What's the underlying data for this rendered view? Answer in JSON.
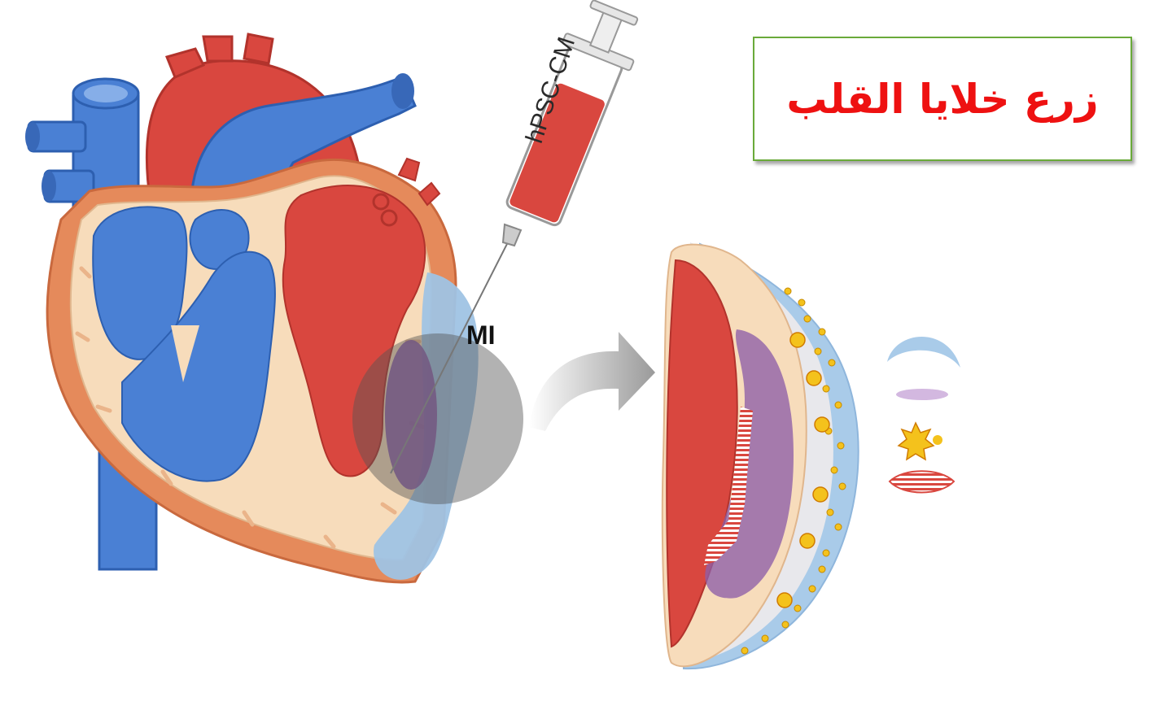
{
  "title": "زرع خلايا القلب",
  "labels": {
    "mi": "MI",
    "syringe": "hPSC-CM"
  },
  "colors": {
    "vein_blue": "#4a80d4",
    "artery_red": "#d9473f",
    "tissue_beige": "#f7dcbb",
    "outer_orange": "#e58a5b",
    "infarct_purple": "#8e5fa8",
    "patch_blue": "#9fc3e4",
    "title_red": "#ee1111",
    "box_green": "#6aaa3a"
  },
  "icons": [
    "heart-illustration",
    "syringe-icon",
    "curved-arrow-icon",
    "heart-wall-section",
    "legend-icons"
  ]
}
